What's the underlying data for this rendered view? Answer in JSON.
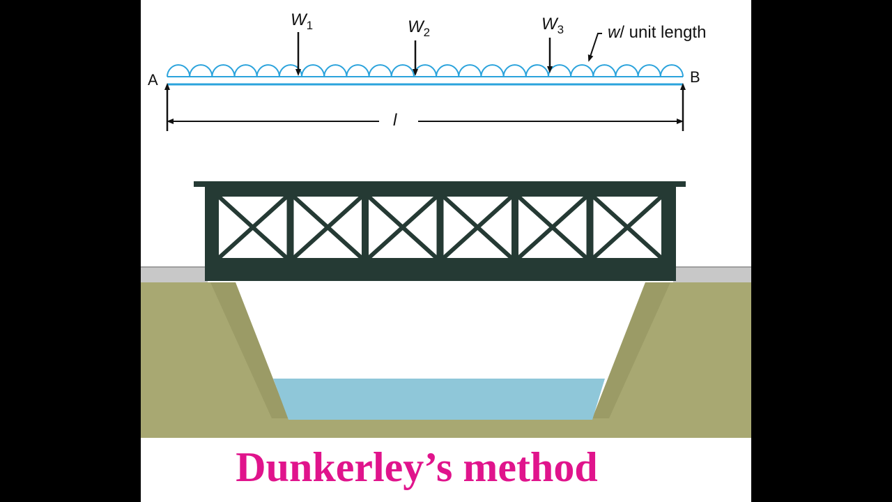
{
  "diagram": {
    "support_left": "A",
    "support_right": "B",
    "span_symbol": "l",
    "loads": [
      {
        "name": "W",
        "sub": "1"
      },
      {
        "name": "W",
        "sub": "2"
      },
      {
        "name": "W",
        "sub": "3"
      }
    ],
    "udl_symbol": "w",
    "udl_text": "/ unit length"
  },
  "caption": "Dunkerley’s method",
  "colors": {
    "beam": "#2ba3dc",
    "truss": "#253a34",
    "ground": "#a8a872",
    "road": "#c8c8c8",
    "water": "#8fc7d9",
    "title": "#e0148c"
  }
}
